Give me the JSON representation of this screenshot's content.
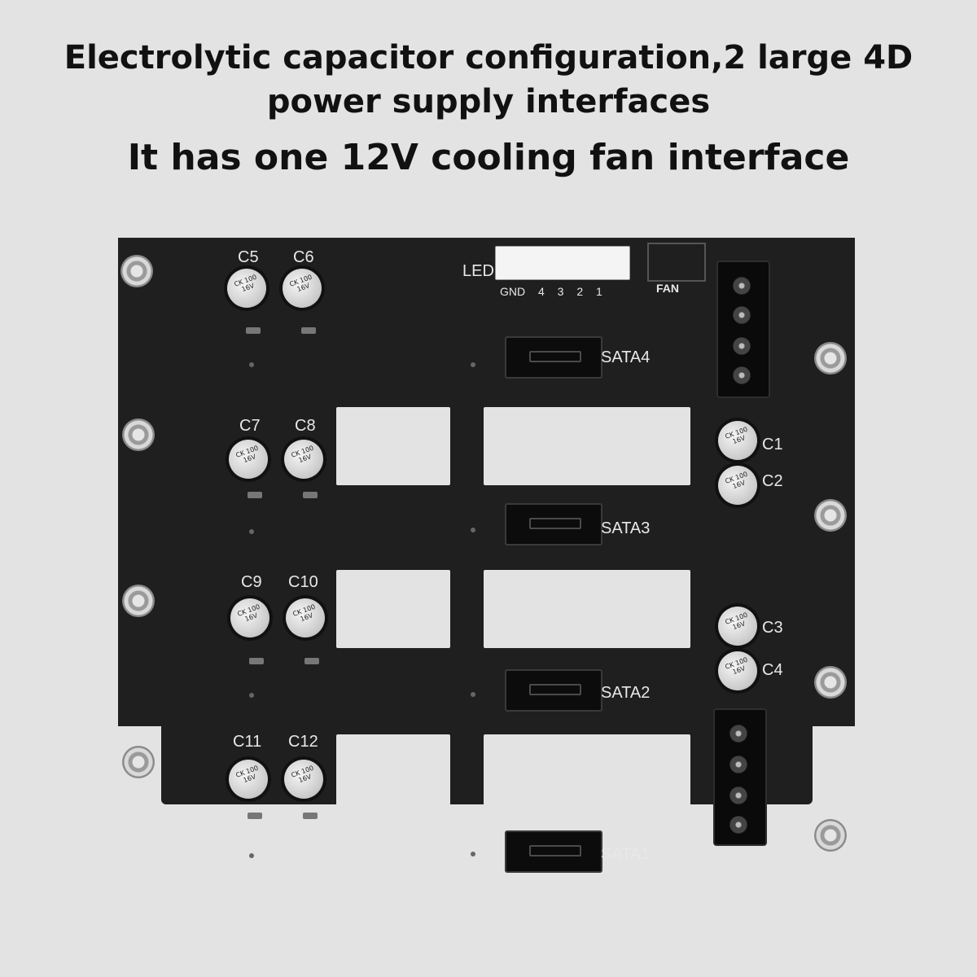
{
  "headline": {
    "line1": "Electrolytic capacitor configuration,2 large 4D",
    "line2": "power supply interfaces",
    "line3": "It has one 12V cooling fan interface"
  },
  "board": {
    "capacitor_labels": [
      "C1",
      "C2",
      "C3",
      "C4",
      "C5",
      "C6",
      "C7",
      "C8",
      "C9",
      "C10",
      "C11",
      "C12"
    ],
    "capacitor_marking": "CK 100 16V",
    "sata_labels": [
      "SATA1",
      "SATA2",
      "SATA3",
      "SATA4"
    ],
    "led_label": "LED",
    "led_pins": "GND 4 3 2 1",
    "fan_label": "FAN"
  },
  "colors": {
    "background": "#e3e3e3",
    "pcb": "#1f1f1f",
    "silkscreen": "#e8e8e8",
    "headline": "#111111"
  }
}
